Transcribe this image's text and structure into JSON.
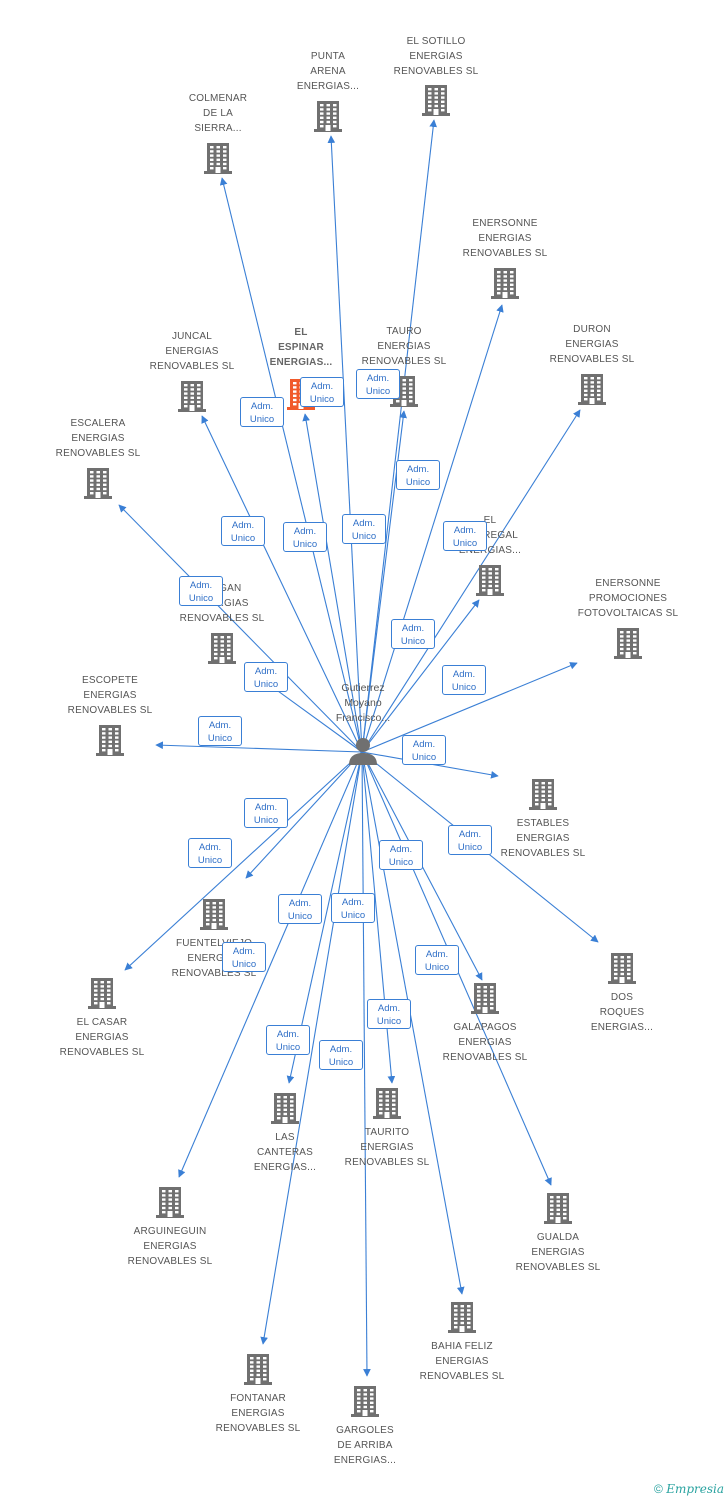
{
  "colors": {
    "edge": "#3a7fd5",
    "building": "#707070",
    "focus_building": "#f15a2b",
    "person": "#707070"
  },
  "person": {
    "label_lines": [
      "Gutierrez",
      "Moyano",
      "Francisco..."
    ],
    "icon": "person-icon"
  },
  "relation_label": [
    "Adm.",
    "Unico"
  ],
  "companies": [
    {
      "id": "colmenar",
      "lines": [
        "COLMENAR",
        "DE LA",
        "SIERRA..."
      ]
    },
    {
      "id": "punta-arena",
      "lines": [
        "PUNTA",
        "ARENA",
        "ENERGIAS..."
      ]
    },
    {
      "id": "el-sotillo",
      "lines": [
        "EL SOTILLO",
        "ENERGIAS",
        "RENOVABLES SL"
      ]
    },
    {
      "id": "enersonne-energias",
      "lines": [
        "ENERSONNE",
        "ENERGIAS",
        "RENOVABLES SL"
      ]
    },
    {
      "id": "juncal",
      "lines": [
        "JUNCAL",
        "ENERGIAS",
        "RENOVABLES SL"
      ]
    },
    {
      "id": "el-espinar",
      "lines": [
        "EL",
        "ESPINAR",
        "ENERGIAS..."
      ],
      "focus": true
    },
    {
      "id": "tauro",
      "lines": [
        "TAURO",
        "ENERGIAS",
        "RENOVABLES SL"
      ]
    },
    {
      "id": "duron",
      "lines": [
        "DURON",
        "ENERGIAS",
        "RENOVABLES SL"
      ]
    },
    {
      "id": "escalera",
      "lines": [
        "ESCALERA",
        "ENERGIAS",
        "RENOVABLES SL"
      ]
    },
    {
      "id": "el-pedregal",
      "lines": [
        "EL",
        "PEDREGAL",
        "ENERGIAS..."
      ]
    },
    {
      "id": "mogan",
      "lines": [
        "MOGAN",
        "ENERGIAS",
        "RENOVABLES SL"
      ]
    },
    {
      "id": "enersonne-promociones",
      "lines": [
        "ENERSONNE",
        "PROMOCIONES",
        "FOTOVOLTAICAS SL"
      ]
    },
    {
      "id": "escopete",
      "lines": [
        "ESCOPETE",
        "ENERGIAS",
        "RENOVABLES SL"
      ]
    },
    {
      "id": "estables",
      "lines": [
        "ESTABLES",
        "ENERGIAS",
        "RENOVABLES SL"
      ]
    },
    {
      "id": "fuentelviejo",
      "lines": [
        "FUENTELVIEJO",
        "ENERGIAS",
        "RENOVABLES SL"
      ]
    },
    {
      "id": "el-casar",
      "lines": [
        "EL CASAR",
        "ENERGIAS",
        "RENOVABLES SL"
      ]
    },
    {
      "id": "dos-roques",
      "lines": [
        "DOS",
        "ROQUES",
        "ENERGIAS..."
      ]
    },
    {
      "id": "galapagos",
      "lines": [
        "GALAPAGOS",
        "ENERGIAS",
        "RENOVABLES SL"
      ]
    },
    {
      "id": "las-canteras",
      "lines": [
        "LAS",
        "CANTERAS",
        "ENERGIAS..."
      ]
    },
    {
      "id": "taurito",
      "lines": [
        "TAURITO",
        "ENERGIAS",
        "RENOVABLES SL"
      ]
    },
    {
      "id": "arguineguin",
      "lines": [
        "ARGUINEGUIN",
        "ENERGIAS",
        "RENOVABLES SL"
      ]
    },
    {
      "id": "gualda",
      "lines": [
        "GUALDA",
        "ENERGIAS",
        "RENOVABLES SL"
      ]
    },
    {
      "id": "bahia-feliz",
      "lines": [
        "BAHIA FELIZ",
        "ENERGIAS",
        "RENOVABLES SL"
      ]
    },
    {
      "id": "fontanar",
      "lines": [
        "FONTANAR",
        "ENERGIAS",
        "RENOVABLES SL"
      ]
    },
    {
      "id": "gargoles",
      "lines": [
        "GARGOLES",
        "DE ARRIBA",
        "ENERGIAS..."
      ]
    }
  ],
  "footer": {
    "copyright": "©",
    "brand": "Empresia"
  }
}
